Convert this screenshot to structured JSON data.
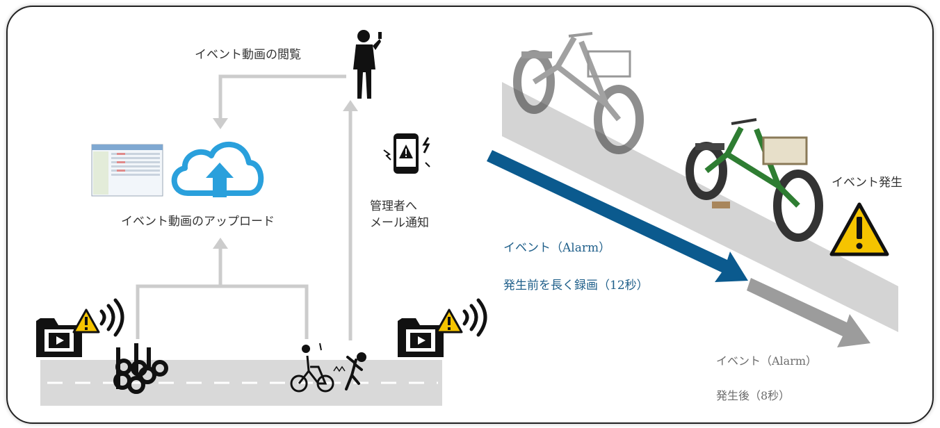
{
  "labels": {
    "view_event_video": "イベント動画の閲覧",
    "upload_event_video": "イベント動画のアップロード",
    "notify_admin_line1": "管理者へ",
    "notify_admin_line2": "メール通知",
    "event_occurred": "イベント発生",
    "before_event_line1": "イベント（Alarm）",
    "before_event_line2": "発生前を長く録画（12秒）",
    "after_event_line1": "イベント（Alarm）",
    "after_event_line2": "発生後（8秒）"
  },
  "colors": {
    "accent_blue": "#0b5a8e",
    "cloud_blue": "#2aa0dc",
    "connector_grey": "#cccccc",
    "road_grey": "#d9d9d9",
    "warning_yellow": "#f5c400",
    "bike_green": "#2e7d32"
  },
  "icons": [
    "cloud-upload-icon",
    "person-phone-icon",
    "phone-alert-icon",
    "video-folder-icon",
    "warning-icon",
    "bicycle-icon",
    "wifi-icon"
  ]
}
